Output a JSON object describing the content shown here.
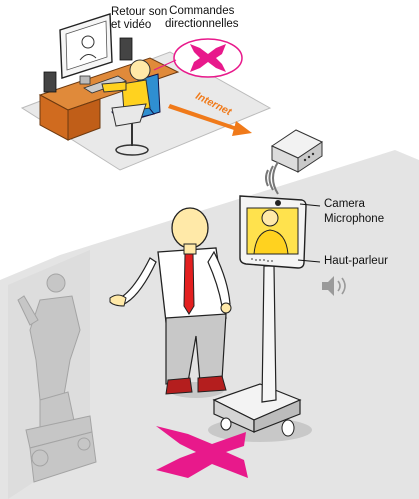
{
  "labels": {
    "retour": "Retour son\net vidéo",
    "commandes": "Commandes\ndirectionnelles",
    "internet": "Internet",
    "camera": "Camera",
    "microphone": "Microphone",
    "haut_parleur": "Haut-parleur"
  },
  "colors": {
    "floor": "#e4e4e4",
    "shadow": "#c8c8c8",
    "desk": "#d97a2a",
    "arrow": "#f07a1a",
    "command_pink": "#e8198b",
    "robot_screen": "#ffe24d",
    "shirt": "#ffffff",
    "tie": "#e32020",
    "trousers": "#c8c8c8",
    "shoes": "#b41e1e",
    "skin": "#ffe9a8"
  },
  "icons": [
    "speaker-icon",
    "wifi-icon",
    "router-icon",
    "direction-cross-icon"
  ]
}
